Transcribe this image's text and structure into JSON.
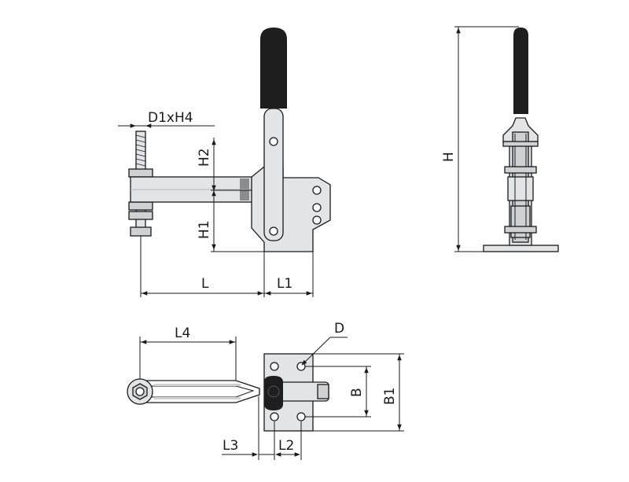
{
  "labels": {
    "d1xh4": "D1xH4",
    "h2": "H2",
    "h1": "H1",
    "l": "L",
    "l1": "L1",
    "h": "H",
    "l4": "L4",
    "d": "D",
    "b": "B",
    "b1": "B1",
    "l3": "L3",
    "l2": "L2"
  },
  "colors": {
    "outline": "#1a1a1a",
    "metal": "#e3e4e6",
    "handle": "#1e1e1e"
  }
}
